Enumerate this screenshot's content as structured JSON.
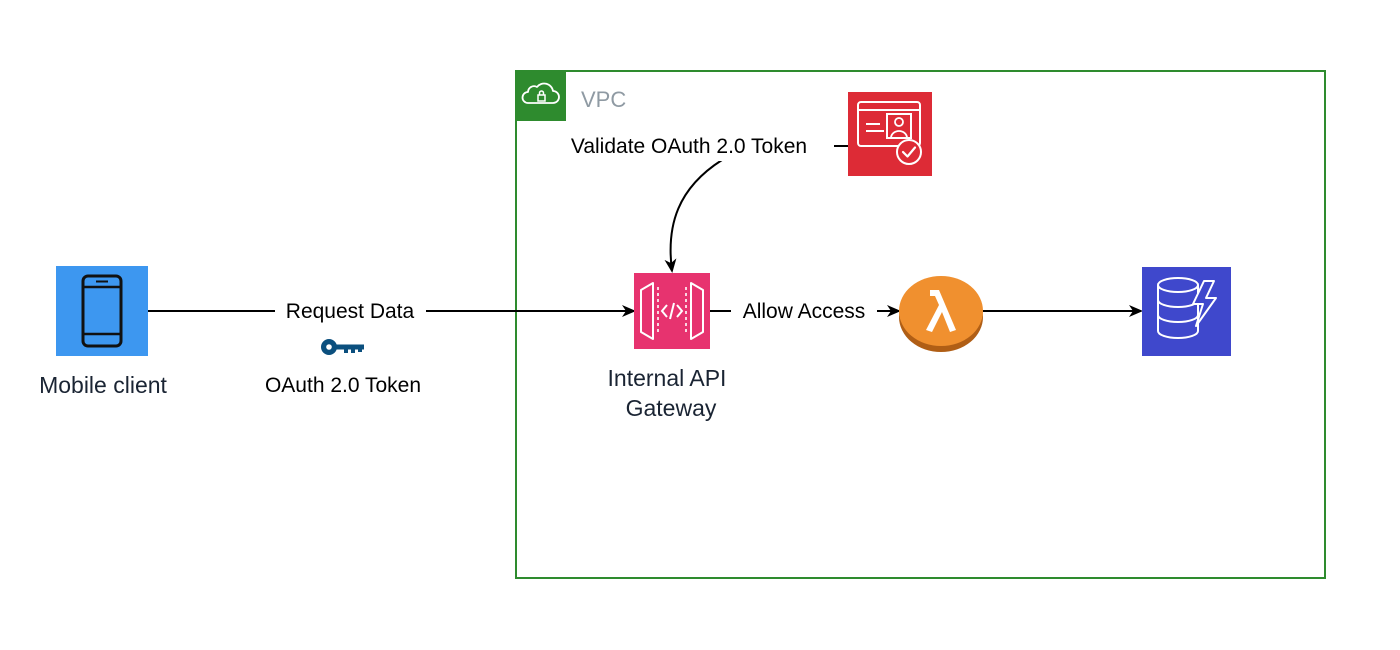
{
  "vpc": {
    "label": "VPC",
    "border_color": "#2e8b2e",
    "header_color": "#2e8b2e",
    "label_color": "#8f9aa3"
  },
  "nodes": {
    "mobile_client": {
      "label": "Mobile client",
      "icon": "mobile-phone-icon",
      "color": "#3d97f0"
    },
    "api_gateway": {
      "label_line1": "Internal API",
      "label_line2": "Gateway",
      "icon": "api-gateway-icon",
      "color": "#e7336f"
    },
    "lambda": {
      "icon": "lambda-icon",
      "color": "#f0902f"
    },
    "dynamodb": {
      "icon": "dynamodb-icon",
      "color": "#3f48cc"
    },
    "authorizer": {
      "icon": "identity-card-check-icon",
      "color": "#dd2b36"
    }
  },
  "edges": {
    "request": {
      "label": "Request Data",
      "key_icon": "key-icon",
      "token_label": "OAuth 2.0 Token",
      "key_color": "#0b4f7e"
    },
    "validate": {
      "label": "Validate OAuth 2.0 Token"
    },
    "allow": {
      "label": "Allow Access"
    }
  }
}
